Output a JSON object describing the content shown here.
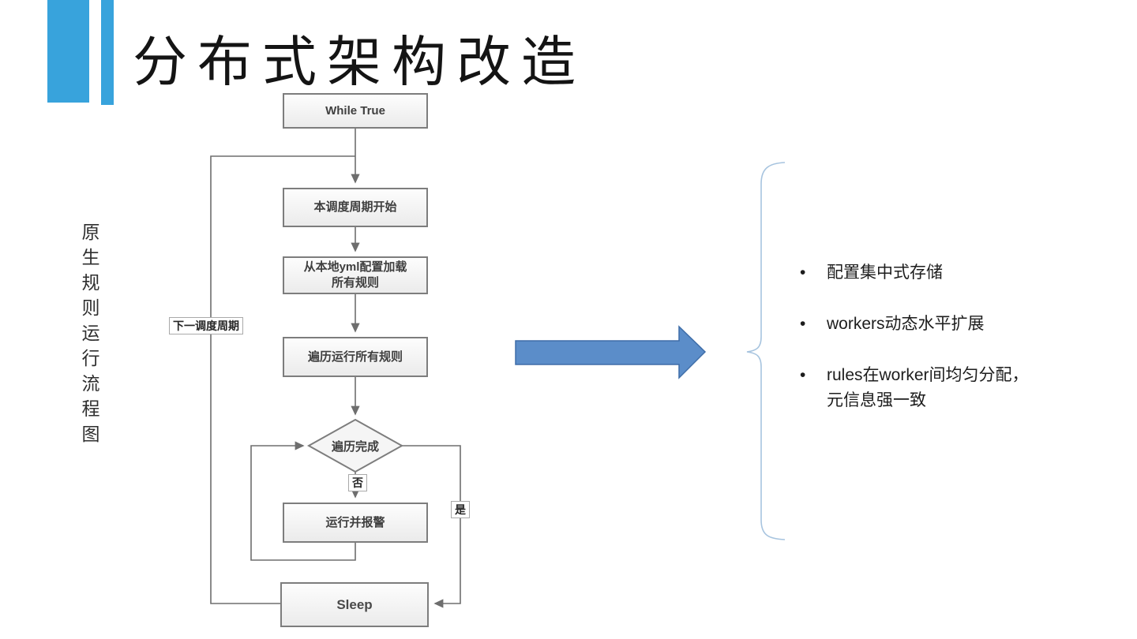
{
  "slide": {
    "title": "分布式架构改造",
    "side_caption": "原生规则运行流程图"
  },
  "flowchart": {
    "nodes": {
      "while_true": "While True",
      "cycle_start": "本调度周期开始",
      "load_rules": "从本地yml配置加载\n所有规则",
      "run_all": "遍历运行所有规则",
      "decision": "遍历完成",
      "run_alert": "运行并报警",
      "sleep": "Sleep"
    },
    "edge_labels": {
      "next_cycle": "下一调度周期",
      "no": "否",
      "yes": "是"
    }
  },
  "notes": {
    "bullet_glyph": "•",
    "bullets": [
      "配置集中式存储",
      "workers动态水平扩展",
      "rules在worker间均匀分配，\n元信息强一致"
    ]
  },
  "colors": {
    "accent_bar": "#38a3dc",
    "arrow_fill": "#5b8dc9",
    "arrow_stroke": "#3e6da8",
    "brace": "#a7c4df",
    "connector": "#6e6e6e"
  }
}
